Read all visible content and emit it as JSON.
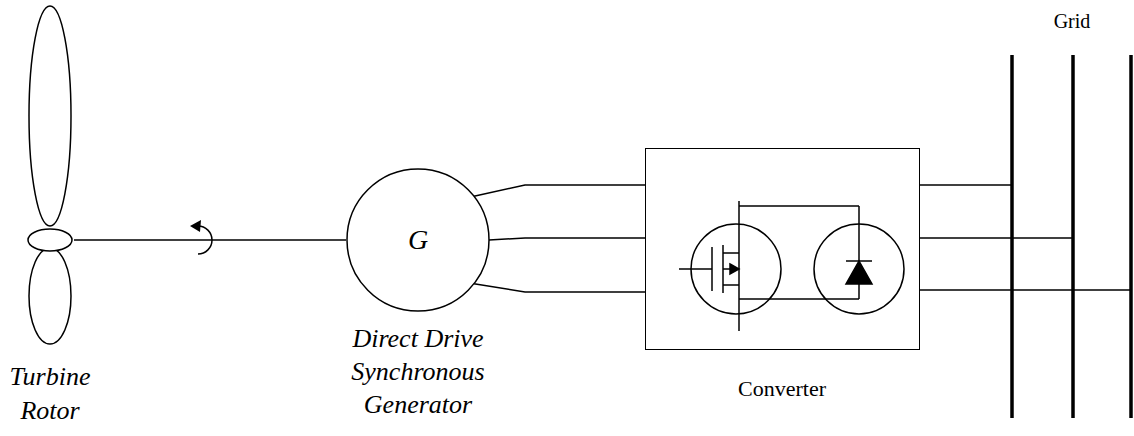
{
  "diagram": {
    "nodes": [
      {
        "text": [
          "Turbine Rotor"
        ]
      },
      {
        "text": [
          "G",
          "Direct Drive Synchronous Generator"
        ]
      },
      {
        "text": [
          "Converter"
        ]
      },
      {
        "text": [
          "Grid"
        ]
      }
    ],
    "edges": [
      {
        "from": 0,
        "to": 1,
        "arrow": "none"
      },
      {
        "from": 1,
        "to": 2,
        "arrow": "none"
      },
      {
        "from": 1,
        "to": 2,
        "arrow": "none"
      },
      {
        "from": 1,
        "to": 2,
        "arrow": "none"
      },
      {
        "from": 2,
        "to": 3,
        "arrow": "none"
      },
      {
        "from": 2,
        "to": 3,
        "arrow": "none"
      },
      {
        "from": 2,
        "to": 3,
        "arrow": "none"
      }
    ]
  }
}
